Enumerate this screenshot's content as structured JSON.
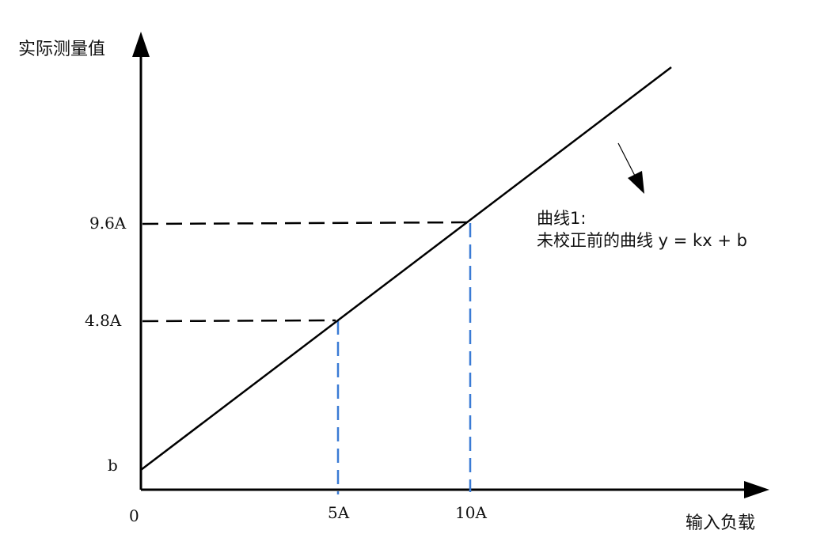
{
  "diagram": {
    "y_axis_title": "实际测量值",
    "x_axis_title": "输入负载",
    "origin_label": "0",
    "y_ticks": {
      "b": "b",
      "low": "4.8A",
      "high": "9.6A"
    },
    "x_ticks": {
      "low": "5A",
      "high": "10A"
    },
    "annotation": {
      "line1": "曲线1:",
      "line2": "未校正前的曲线 y = kx + b"
    },
    "colors": {
      "axis": "#000000",
      "curve": "#000000",
      "h_dash": "#000000",
      "v_dash": "#3a7bd5"
    }
  },
  "chart_data": {
    "type": "line",
    "title": "",
    "xlabel": "输入负载",
    "ylabel": "实际测量值",
    "series": [
      {
        "name": "曲线1: 未校正前的曲线 y = kx + b",
        "x": [
          "0",
          "5A",
          "10A"
        ],
        "y": [
          "b",
          "4.8A",
          "9.6A"
        ]
      }
    ],
    "points": [
      {
        "x": 5,
        "y": 4.8,
        "unit": "A"
      },
      {
        "x": 10,
        "y": 9.6,
        "unit": "A"
      }
    ],
    "x_ticks": [
      "0",
      "5A",
      "10A"
    ],
    "y_ticks": [
      "b",
      "4.8A",
      "9.6A"
    ],
    "grid": false
  }
}
